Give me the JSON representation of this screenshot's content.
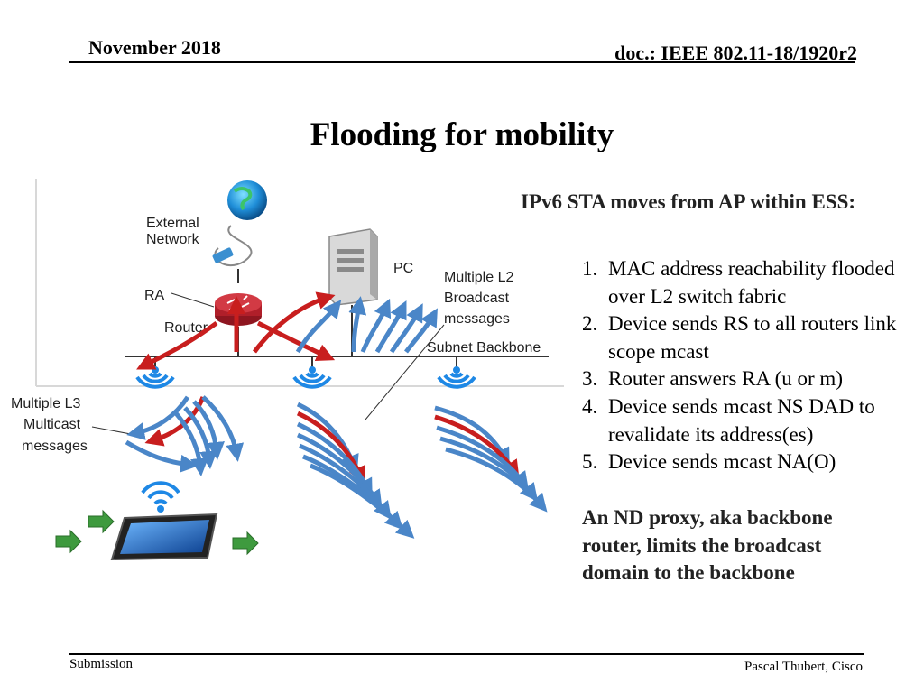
{
  "header": {
    "date": "November 2018",
    "doc_id": "doc.: IEEE 802.11-18/1920r2"
  },
  "slide": {
    "title": "Flooding for mobility",
    "intro": "IPv6 STA moves from AP within ESS:",
    "steps": [
      {
        "num": "1.",
        "text": "MAC address reachability flooded over L2 switch fabric"
      },
      {
        "num": "2.",
        "text": "Device sends RS to all routers link scope mcast"
      },
      {
        "num": "3.",
        "text": "Router answers RA (u or m)"
      },
      {
        "num": "4.",
        "text": "Device sends mcast NS DAD to revalidate its address(es)"
      },
      {
        "num": "5.",
        "text": "Device sends mcast NA(O)"
      }
    ],
    "closing": "An ND proxy, aka backbone router, limits the broadcast domain to the backbone"
  },
  "diagram": {
    "labels": {
      "external_1": "External",
      "external_2": "Network",
      "pc": "PC",
      "ra": "RA",
      "router": "Router",
      "l2_1": "Multiple L2",
      "l2_2": "Broadcast",
      "l2_3": "messages",
      "subnet": "Subnet Backbone",
      "l3_1": "Multiple L3",
      "l3_2": "Multicast",
      "l3_3": "messages"
    },
    "colors": {
      "blue_arrow": "#4a86c8",
      "red_arrow": "#c81e1e",
      "router": "#b01f2a",
      "wifi": "#1e88e5",
      "green_arrow": "#2e8b2e"
    }
  },
  "footer": {
    "left": "Submission",
    "right": "Pascal Thubert, Cisco"
  }
}
